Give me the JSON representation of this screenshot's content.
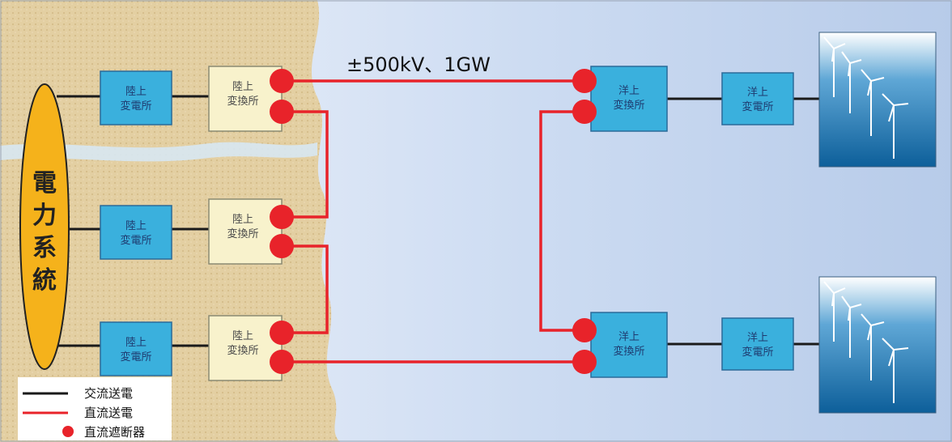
{
  "diagram": {
    "rating_label": "±500kV、1GW",
    "power_grid_chars": [
      "電",
      "力",
      "系",
      "統"
    ],
    "onshore_substation": [
      "陸上",
      "変電所"
    ],
    "onshore_converter": [
      "陸上",
      "変換所"
    ],
    "offshore_converter": [
      "洋上",
      "変換所"
    ],
    "offshore_substation": [
      "洋上",
      "変電所"
    ]
  },
  "legend": {
    "ac_transmission": "交流送電",
    "dc_transmission": "直流送電",
    "dc_breaker": "直流遮断器"
  },
  "colors": {
    "ac_line": "#1a1a1a",
    "dc_line": "#e8232a",
    "breaker": "#e8232a",
    "power_grid": "#f5b21b",
    "substation_box": "#3ab0dd",
    "converter_box": "#f8f2cc",
    "land": "#e3cfa2",
    "sea": "#cfe0f4"
  }
}
